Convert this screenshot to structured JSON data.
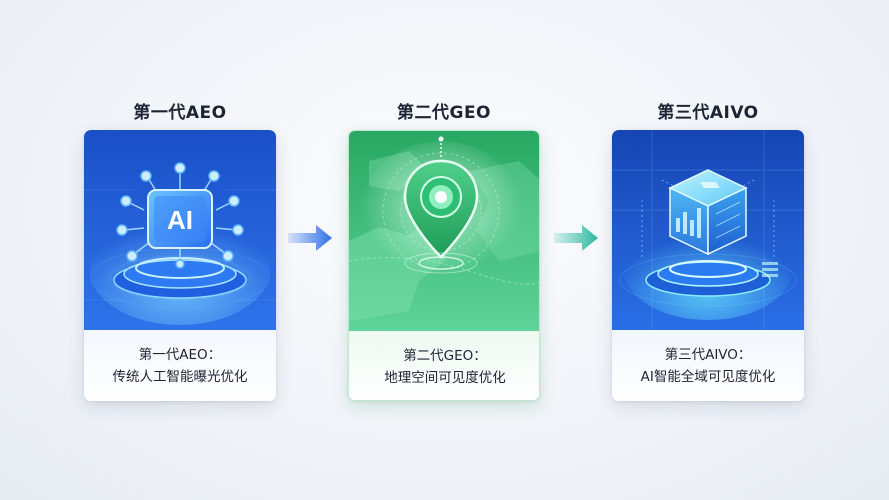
{
  "cards": [
    {
      "title": "第一代AEO",
      "caption_line1": "第一代AEO：",
      "caption_line2": "传统人工智能曝光优化",
      "badge": "AI"
    },
    {
      "title": "第二代GEO",
      "caption_line1": "第二代GEO：",
      "caption_line2": "地理空间可见度优化"
    },
    {
      "title": "第三代AIVO",
      "caption_line1": "第三代AIVO：",
      "caption_line2": "AI智能全域可见度优化"
    }
  ],
  "colors": {
    "blue": "#1f5fe0",
    "green": "#2fbf74",
    "navy": "#1a55c8",
    "arrow_blue": "#2f6fe6",
    "arrow_teal": "#2cb9a0"
  },
  "icons": [
    "ai-chip-icon",
    "map-pin-icon",
    "data-cube-icon",
    "arrow-right-icon"
  ]
}
